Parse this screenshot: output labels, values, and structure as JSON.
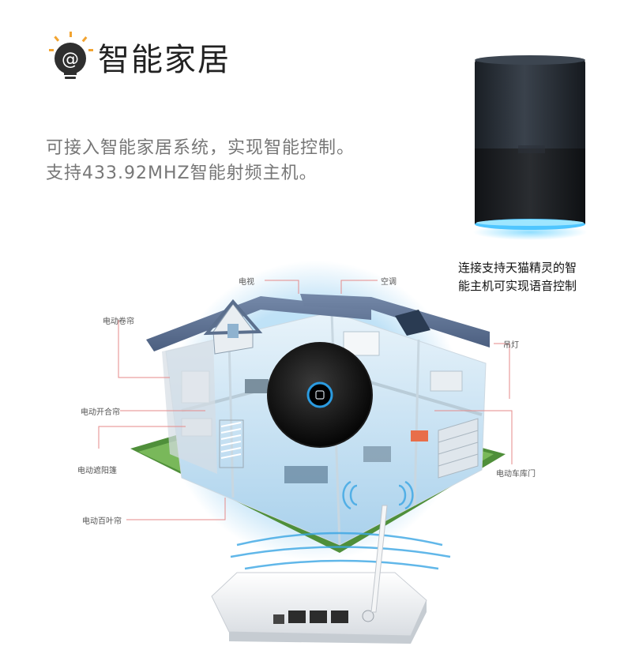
{
  "header": {
    "title": "智能家居",
    "logo_icon": "bulb-at-icon",
    "desc_line1": "可接入智能家居系统，实现智能控制。",
    "desc_line2": "支持433.92MHZ智能射频主机。"
  },
  "speaker": {
    "icon": "smart-speaker-icon",
    "caption_line1": "连接支持天猫精灵的智",
    "caption_line2": "能主机可实现语音控制"
  },
  "callouts": {
    "tv": "电视",
    "ac": "空调",
    "roller_blind": "电动卷帘",
    "chandelier": "吊灯",
    "curtain": "电动开合帘",
    "garage": "电动车库门",
    "awning": "电动遮阳篷",
    "shutter": "电动百叶帘"
  },
  "colors": {
    "accent_blue": "#2b9be0",
    "callout_line": "#e58a8a",
    "speaker_body": "#2a3038"
  }
}
